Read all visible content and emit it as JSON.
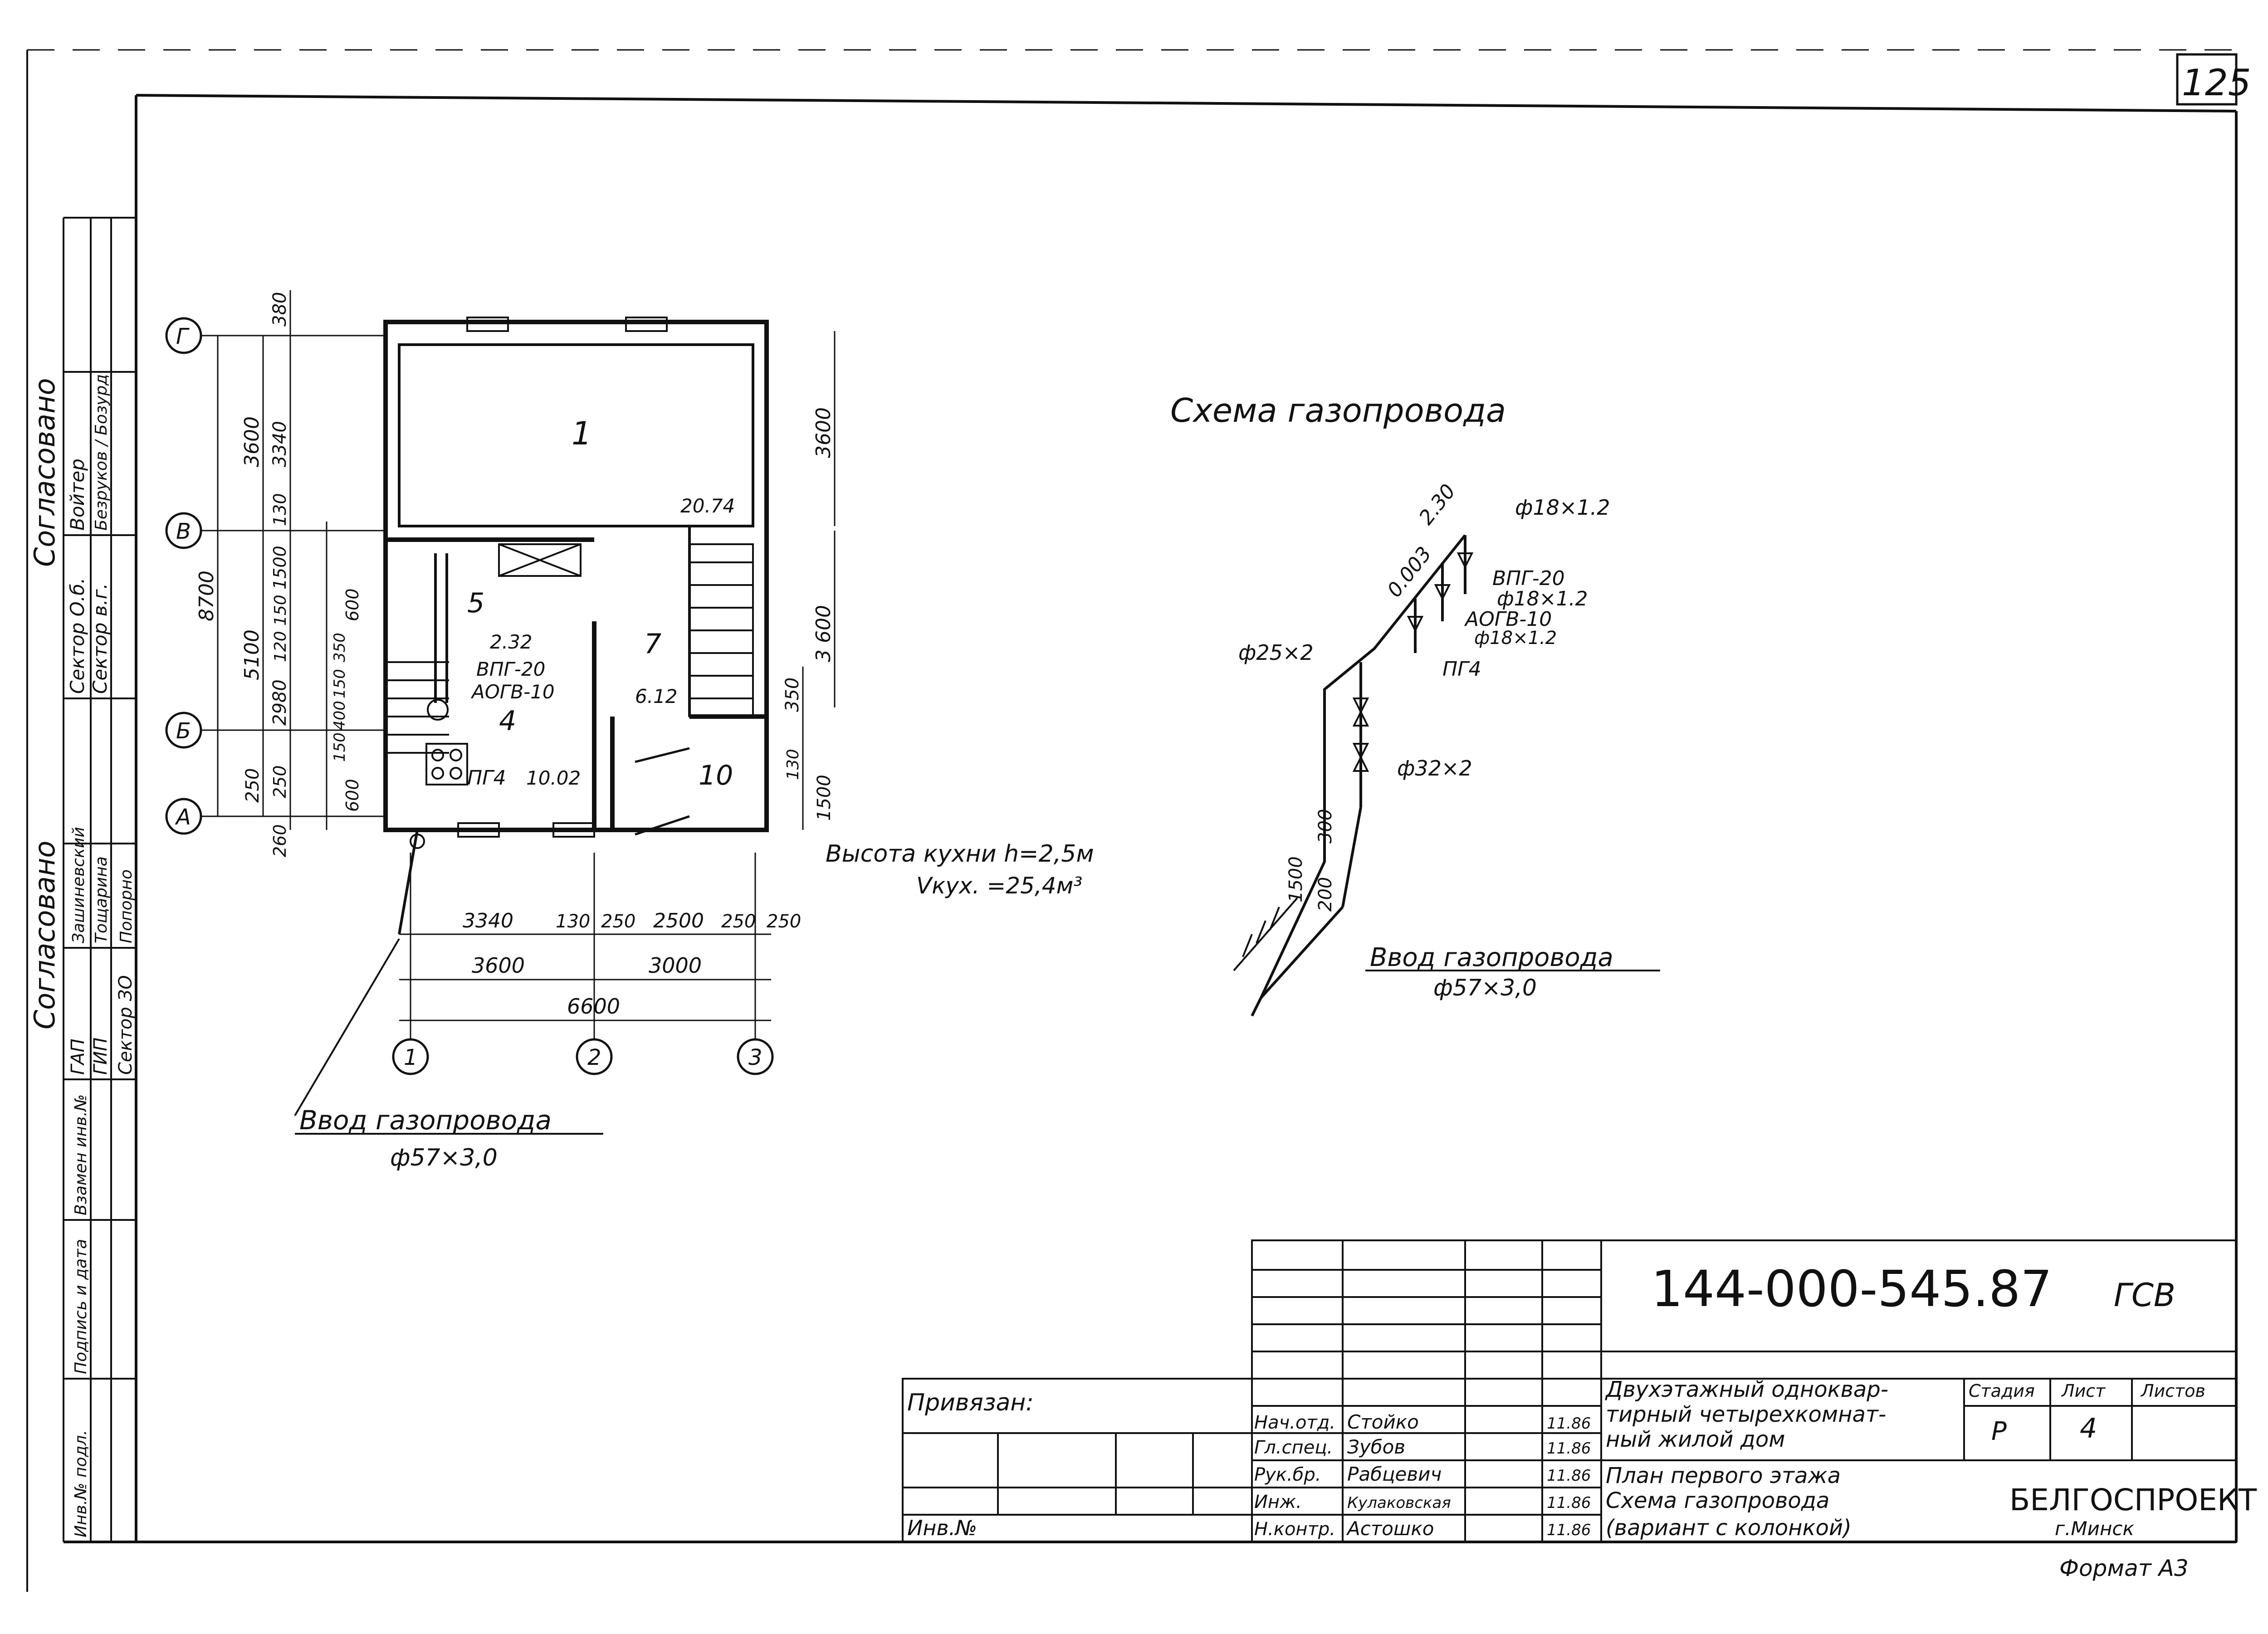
{
  "sheet_number": "125",
  "format_label": "Формат А3",
  "left_strip": {
    "agreed_top": "Согласовано",
    "agreed_bottom": "Согласовано",
    "agreed_rows_top": [
      {
        "role": "Сектор О.б.",
        "name": "Войтер"
      },
      {
        "role": "Сектор в.г.",
        "name": "Безруков / Бозурд"
      }
    ],
    "agreed_rows_bottom": [
      {
        "role": "Зашиневский",
        "name": ""
      },
      {
        "role": "Тощарина",
        "name": ""
      },
      {
        "role": "Попорно",
        "name": ""
      }
    ],
    "gap_labels": [
      "ГАП",
      "ГИП",
      "Сектор ЗО"
    ],
    "inventory_cells": [
      "Инв.№ подл.",
      "Подпись и дата",
      "Взамен инв.№"
    ]
  },
  "plan": {
    "rooms": [
      "1",
      "5",
      "4",
      "7",
      "10"
    ],
    "axes_rows": [
      "Г",
      "В",
      "Б",
      "А"
    ],
    "axes_cols": [
      "1",
      "2",
      "3"
    ],
    "left_dims_outer": [
      "8700"
    ],
    "left_dims_mid": [
      "3600",
      "5100",
      "250"
    ],
    "left_dims_inner": [
      "380",
      "3340",
      "130",
      "1500",
      "150",
      "120",
      "2980",
      "250",
      "260"
    ],
    "left_dims_small": [
      "600",
      "350",
      "150",
      "400",
      "150",
      "600"
    ],
    "right_dims": [
      "3600",
      "3 600",
      "350",
      "130",
      "1500"
    ],
    "bottom_dims_row1": [
      "3340",
      "130",
      "250",
      "2500",
      "250",
      "250"
    ],
    "bottom_dims_row2": [
      "3600",
      "3000"
    ],
    "bottom_dims_row3": [
      "6600"
    ],
    "level_marks": [
      "20.74",
      "2.32",
      "6.12",
      "10.02"
    ],
    "equipment_labels": [
      "ВПГ-20",
      "АОГВ-10",
      "ПГ4"
    ],
    "inlet_caption": "Ввод газопровода",
    "inlet_size": "ф57×3,0",
    "kitchen_note_1": "Высота кухни h=2,5м",
    "kitchen_note_2": "Vкух. =25,4м³"
  },
  "scheme": {
    "title": "Схема газопровода",
    "labels": [
      "2.30",
      "0.003",
      "ф18×1.2",
      "ВПГ-20",
      "ф18×1.2",
      "АОГВ-10",
      "ф18×1.2",
      "ПГ4",
      "ф25×2",
      "ф32×2",
      "1500",
      "300",
      "200"
    ],
    "inlet_caption": "Ввод газопровода",
    "inlet_size": "ф57×3,0"
  },
  "title_block": {
    "doc_code": "144-000-545.87",
    "doc_mark": "ГСВ",
    "bound_label": "Привязан:",
    "inv_label": "Инв.№",
    "staff": [
      {
        "role": "Нач.отд.",
        "name": "Стойко",
        "date": "11.86"
      },
      {
        "role": "Гл.спец.",
        "name": "Зубов",
        "date": "11.86"
      },
      {
        "role": "Рук.бр.",
        "name": "Рабцевич",
        "date": "11.86"
      },
      {
        "role": "Инж.",
        "name": "Кулаковская",
        "date": "11.86"
      },
      {
        "role": "Н.контр.",
        "name": "Астошко",
        "date": "11.86"
      }
    ],
    "object_lines": [
      "Двухэтажный одноквар-",
      "тирный четырехкомнат-",
      "ный жилой дом"
    ],
    "sheet_lines": [
      "План первого этажа",
      "Схема газопровода",
      "(вариант с колонкой)"
    ],
    "stage_header": "Стадия",
    "sheet_header": "Лист",
    "sheets_header": "Листов",
    "stage": "Р",
    "sheet": "4",
    "org": "БЕЛГОСПРОЕКТ",
    "city": "г.Минск"
  }
}
